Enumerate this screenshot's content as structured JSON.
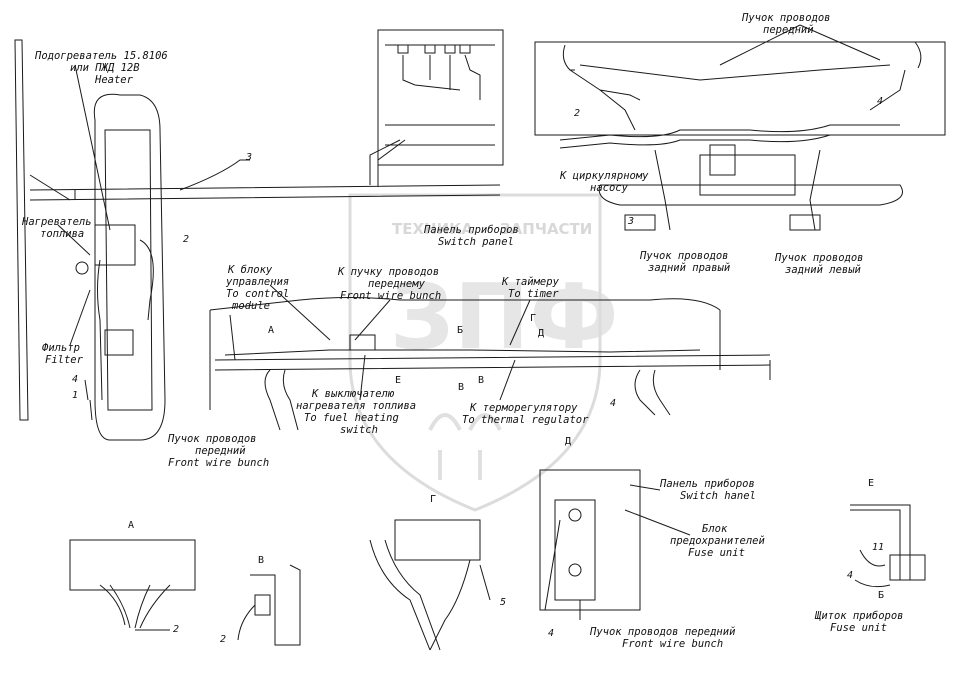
{
  "watermark": {
    "line1": "ТЕХНИКА",
    "line2": "ЗАПЧАСТИ",
    "logo": "ЗПФ"
  },
  "labels": {
    "heater": {
      "line1": "Подогреватель 15.8106",
      "line2": "или ПЖД 12В",
      "line3": "Heater"
    },
    "fuel_heater": {
      "line1": "Нагреватель",
      "line2": "топлива"
    },
    "filter": {
      "line1": "Фильтр",
      "line2": "Filter"
    },
    "front_bunch_left": {
      "line1": "Пучок проводов",
      "line2": "передний",
      "line3": "Front wire bunch"
    },
    "front_bunch_top": {
      "line1": "Пучок проводов",
      "line2": "передний"
    },
    "circ_pump": {
      "line1": "К циркулярному",
      "line2": "насосу"
    },
    "rear_right": {
      "line1": "Пучок проводов",
      "line2": "задний правый"
    },
    "rear_left": {
      "line1": "Пучок проводов",
      "line2": "задний левый"
    },
    "switch_panel": {
      "line1": "Панель приборов",
      "line2": "Switch panel"
    },
    "control_module": {
      "line1": "К блоку",
      "line2": "управления",
      "line3": "To control",
      "line4": "module"
    },
    "to_front_bunch": {
      "line1": "К пучку проводов",
      "line2": "переднему",
      "line3": "Front wire bunch"
    },
    "to_timer": {
      "line1": "К таймеру",
      "line2": "To timer"
    },
    "fuel_switch": {
      "line1": "К выключателю",
      "line2": "нагревателя топлива",
      "line3": "To fuel heating",
      "line4": "switch"
    },
    "thermal_reg": {
      "line1": "К терморегулятору",
      "line2": "To thermal regulator"
    },
    "switch_hanel": {
      "line1": "Панель приборов",
      "line2": "Switch hanel"
    },
    "fuse_unit": {
      "line1": "Блок",
      "line2": "предохранителей",
      "line3": "Fuse unit"
    },
    "front_bunch_bottom": {
      "line1": "Пучок проводов передний",
      "line2": "Front wire bunch"
    },
    "instrument_panel": {
      "line1": "Щиток приборов",
      "line2": "Fuse unit"
    }
  },
  "numbers": {
    "n1": "1",
    "n2a": "2",
    "n2b": "2",
    "n2c": "2",
    "n2d": "2",
    "n3a": "3",
    "n3b": "3",
    "n4a": "4",
    "n4b": "4",
    "n4c": "4",
    "n4d": "4",
    "n4e": "4",
    "n5": "5",
    "n11": "11"
  },
  "views": {
    "a1": "А",
    "a2": "А",
    "b1": "Б",
    "b2": "Б",
    "v1": "В",
    "v2": "В",
    "v3": "В",
    "g1": "Г",
    "g2": "Г",
    "d1": "Д",
    "d2": "Д",
    "e1": "Е",
    "e2": "Е"
  }
}
